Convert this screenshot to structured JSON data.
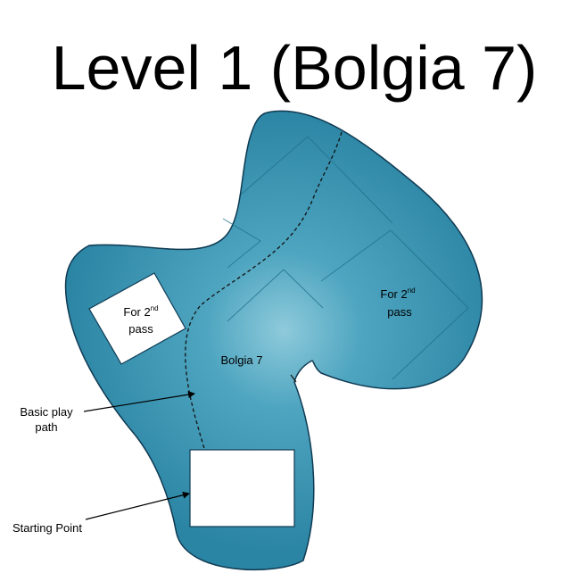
{
  "title": "Level 1 (Bolgia 7)",
  "area_label": "Bolgia 7",
  "second_pass_left": {
    "line1": "For 2",
    "sup": "nd",
    "line2": "pass"
  },
  "second_pass_right": {
    "line1": "For 2",
    "sup": "nd",
    "line2": "pass"
  },
  "callouts": {
    "basic_path": {
      "line1": "Basic play",
      "line2": "path"
    },
    "starting_point": "Starting Point"
  },
  "colors": {
    "blob_outer": "#2a84a3",
    "blob_inner": "#8ecadb",
    "blob_stroke": "#0f3a52",
    "guide_lines": "#1e6f8c"
  }
}
